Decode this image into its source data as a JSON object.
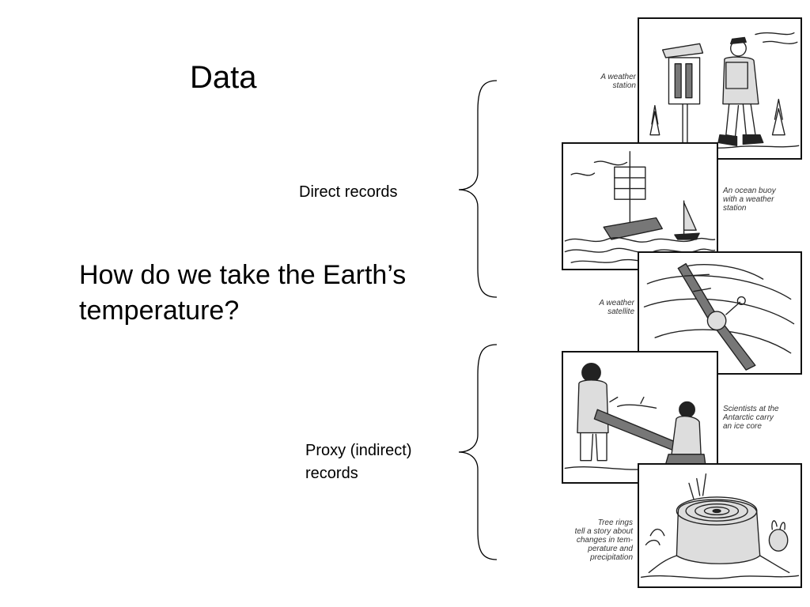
{
  "slide": {
    "title": "Data",
    "question": "How do we take the Earth’s temperature?",
    "direct_label": "Direct records",
    "proxy_label_line1": "Proxy (indirect)",
    "proxy_label_line2": "records"
  },
  "illustration": {
    "weather_station_caption": [
      "A weather",
      "station"
    ],
    "ocean_buoy_caption": [
      "An ocean buoy",
      "with a weather",
      "station"
    ],
    "satellite_caption": [
      "A weather",
      "satellite"
    ],
    "ice_core_caption": [
      "Scientists at the",
      "Antarctic carry",
      "an ice core"
    ],
    "tree_rings_caption": [
      "Tree rings",
      "tell a story about",
      "changes in tem-",
      "perature and",
      "precipitation"
    ]
  },
  "colors": {
    "background": "#ffffff",
    "text": "#000000"
  }
}
